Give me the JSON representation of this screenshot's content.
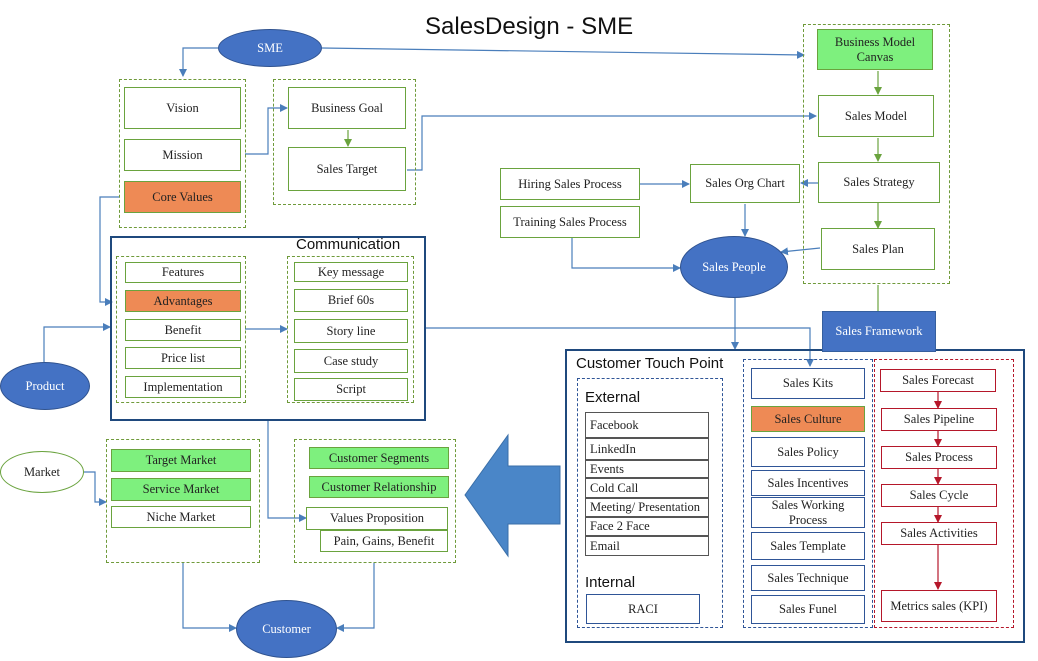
{
  "title": "SalesDesign - SME",
  "headings": {
    "communication": "Communication",
    "touch_point": "Customer Touch Point",
    "external": "External",
    "internal": "Internal"
  },
  "nodes": {
    "sme": "SME",
    "vision": "Vision",
    "mission": "Mission",
    "core_values": "Core Values",
    "business_goal": "Business Goal",
    "sales_target": "Sales Target",
    "bmc": "Business Model Canvas",
    "sales_model": "Sales Model",
    "sales_strategy": "Sales Strategy",
    "sales_plan": "Sales Plan",
    "sales_org_chart": "Sales Org Chart",
    "hiring": "Hiring Sales Process",
    "training": "Training Sales Process",
    "sales_people": "Sales People",
    "sales_framework": "Sales Framework",
    "features": "Features",
    "advantages": "Advantages",
    "benefit": "Benefit",
    "price_list": "Price list",
    "implementation": "Implementation",
    "key_message": "Key message",
    "brief_60s": "Brief 60s",
    "story_line": "Story line",
    "case_study": "Case study",
    "script": "Script",
    "product": "Product",
    "market": "Market",
    "customer": "Customer",
    "target_market": "Target Market",
    "service_market": "Service Market",
    "niche_market": "Niche Market",
    "customer_segments": "Customer Segments",
    "customer_relationship": "Customer Relationship",
    "values_proposition": "Values Proposition",
    "pain_gains": "Pain, Gains, Benefit",
    "facebook": "Facebook",
    "linkedin": "LinkedIn",
    "events": "Events",
    "cold_call": "Cold Call",
    "meeting": "Meeting/ Presentation",
    "face2face": "Face 2 Face",
    "email": "Email",
    "raci": "RACI",
    "sales_kits": "Sales Kits",
    "sales_culture": "Sales Culture",
    "sales_policy": "Sales Policy",
    "sales_incentives": "Sales Incentives",
    "sales_working_process": "Sales Working Process",
    "sales_template": "Sales Template",
    "sales_technique": "Sales Technique",
    "sales_funel": "Sales Funel",
    "sales_forecast": "Sales Forecast",
    "sales_pipeline": "Sales Pipeline",
    "sales_process": "Sales Process",
    "sales_cycle": "Sales Cycle",
    "sales_activities": "Sales Activities",
    "metrics_sales": "Metrics sales (KPI)"
  },
  "colors": {
    "green_fill": "#7ef07e",
    "orange_fill": "#ee8a55",
    "blue_fill": "#4472c4",
    "connector": "#4a7ebb",
    "green_connector": "#6aa33e",
    "red_connector": "#b5172a"
  }
}
